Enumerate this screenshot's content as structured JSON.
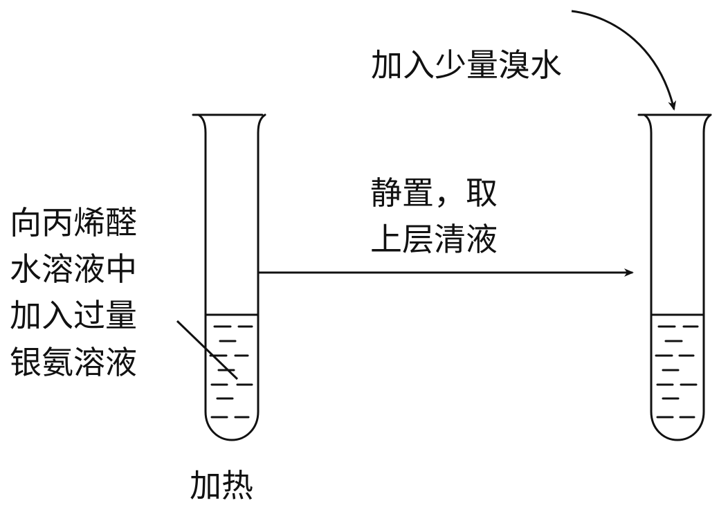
{
  "labels": {
    "top_reagent": "加入少量溴水",
    "left_reagent_lines": [
      "向丙烯醛",
      "水溶液中",
      "加入过量",
      "银氨溶液"
    ],
    "heat": "加热",
    "transfer_lines": [
      "静置，取",
      "上层清液"
    ]
  },
  "colors": {
    "ink": "#111111",
    "background": "#ffffff"
  }
}
